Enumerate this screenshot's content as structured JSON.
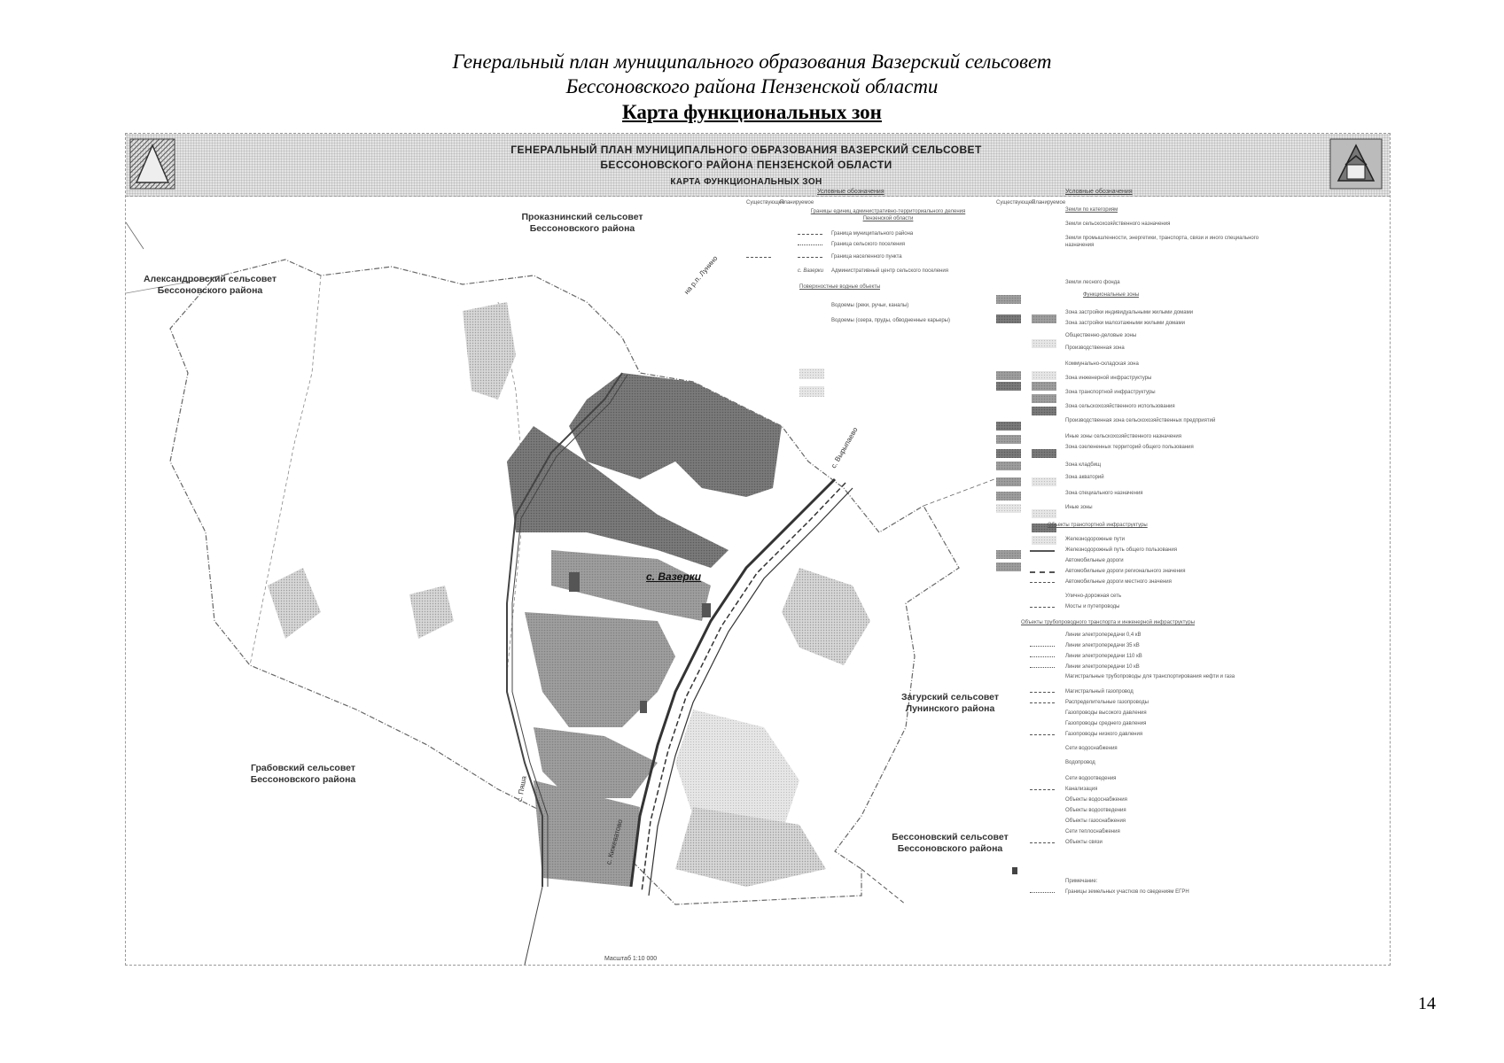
{
  "header": {
    "line1": "Генеральный план муниципального образования Вазерский сельсовет",
    "line2": "Бессоновского района Пензенской области",
    "map_title": "Карта функциональных зон"
  },
  "stamp": {
    "title1": "ГЕНЕРАЛЬНЫЙ ПЛАН МУНИЦИПАЛЬНОГО ОБРАЗОВАНИЯ ВАЗЕРСКИЙ СЕЛЬСОВЕТ",
    "title2": "БЕССОНОВСКОГО РАЙОНА ПЕНЗЕНСКОЙ ОБЛАСТИ",
    "title3": "КАРТА ФУНКЦИОНАЛЬНЫХ ЗОН",
    "emblem_left": "coat-of-arms-icon",
    "emblem_right": "architect-emblem-icon"
  },
  "map": {
    "neighbors": {
      "north": {
        "name": "Проказнинский сельсовет",
        "district": "Бессоновского района"
      },
      "west": {
        "name": "Александровский сельсовет",
        "district": "Бессоновского района"
      },
      "southwest": {
        "name": "Грабовский сельсовет",
        "district": "Бессоновского района"
      },
      "east": {
        "name": "Загурский сельсовет",
        "district": "Лунинского района"
      },
      "southeast": {
        "name": "Бессоновский сельсовет",
        "district": "Бессоновского района"
      }
    },
    "village": "с. Вазерки",
    "roads": {
      "r1": "на р.п. Лунино",
      "r2": "с. Вырыпаево",
      "r3": "с. Пяша",
      "r4": "с. Кижеватово"
    },
    "scale": "Масштаб 1:10 000"
  },
  "legend": {
    "left_header": "Условные обозначения",
    "right_header": "Условные обозначения",
    "col_existing": "Существующее",
    "col_planned": "Планируемое",
    "boundaries_title": "Границы единиц административно-территориального деления Пензенской области",
    "boundaries": [
      "Граница муниципального района",
      "Граница сельского поселения",
      "Граница населенного пункта",
      "Административный центр сельского поселения"
    ],
    "water_title": "Поверхностные водные объекты",
    "water": [
      "Водоемы (реки, ручьи, каналы)",
      "Водоемы (озера, пруды, обводненные карьеры)"
    ],
    "land_title": "Земли по категориям",
    "land": [
      "Земли сельскохозяйственного назначения",
      "Земли промышленности, энергетики, транспорта, связи и иного специального назначения",
      "Земли лесного фонда"
    ],
    "zones_title": "Функциональные зоны",
    "zones": [
      "Зона застройки индивидуальными жилыми домами",
      "Зона застройки малоэтажными жилыми домами",
      "Общественно-деловые зоны",
      "Производственная зона",
      "Коммунально-складская зона",
      "Зона инженерной инфраструктуры",
      "Зона транспортной инфраструктуры",
      "Зона сельскохозяйственного использования",
      "Производственная зона сельскохозяйственных предприятий",
      "Иные зоны сельскохозяйственного назначения",
      "Зона озелененных территорий общего пользования",
      "Зона кладбищ",
      "Зона акваторий",
      "Зона специального назначения",
      "Иные зоны"
    ],
    "transport_title": "Объекты транспортной инфраструктуры",
    "transport": [
      "Железнодорожные пути",
      "Железнодорожный путь общего пользования",
      "Автомобильные дороги",
      "Автомобильные дороги регионального значения",
      "Автомобильные дороги местного значения",
      "Улично-дорожная сеть",
      "Мосты и путепроводы"
    ],
    "engineering_title": "Объекты трубопроводного транспорта и инженерной инфраструктуры",
    "engineering": [
      "Линии электропередачи 0,4 кВ",
      "Линии электропередачи 35 кВ",
      "Линии электропередачи 110 кВ",
      "Линии электропередачи 10 кВ",
      "Магистральные трубопроводы для транспортирования нефти и газа",
      "Магистральный газопровод",
      "Распределительные газопроводы",
      "Газопроводы высокого давления",
      "Газопроводы среднего давления",
      "Газопроводы низкого давления",
      "Сети водоснабжения",
      "Водопровод",
      "Сети водоотведения",
      "Канализация",
      "Объекты водоснабжения",
      "Объекты водоотведения",
      "Объекты газоснабжения",
      "Сети теплоснабжения",
      "Объекты связи"
    ],
    "note_title": "Примечание:",
    "note_text": "Границы земельных участков по сведениям ЕГРН"
  },
  "page_number": "14"
}
